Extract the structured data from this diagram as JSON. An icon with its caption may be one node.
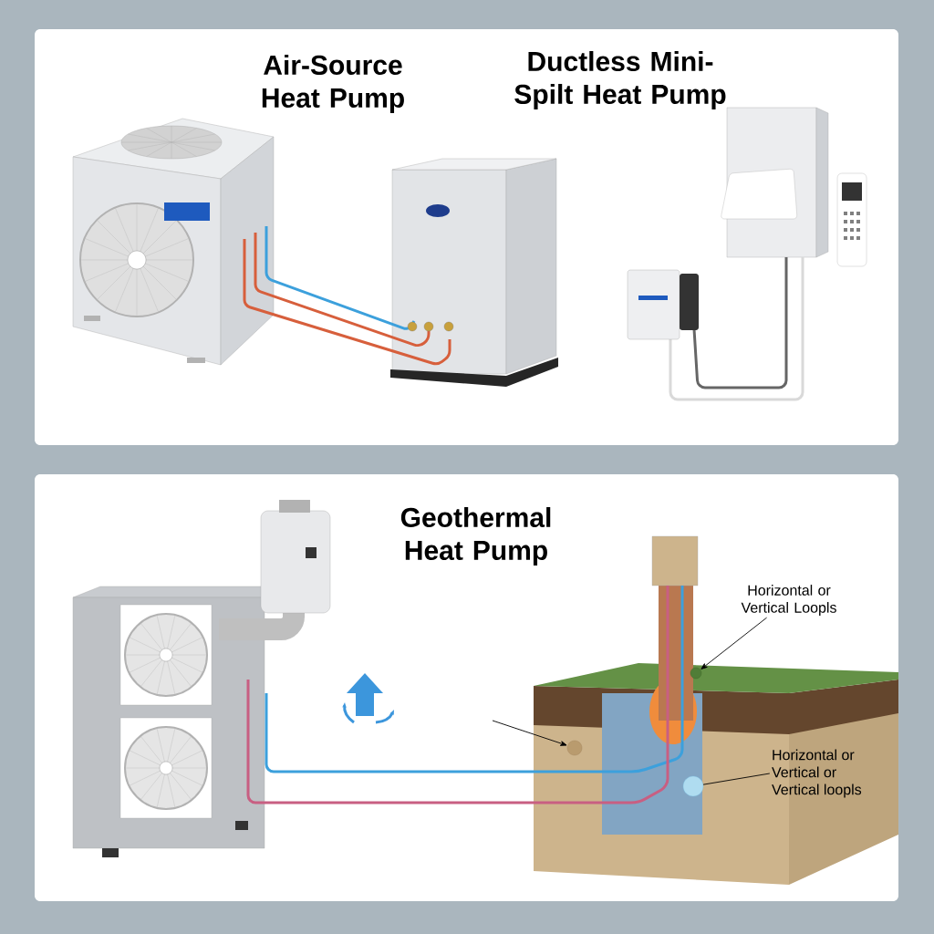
{
  "diagram": {
    "nodes": [
      {
        "text": [
          "Horizontal or Vertical Loopls"
        ]
      },
      {
        "text": [],
        "shape": "circle"
      },
      {
        "text": [
          "Horizontal or Vertical or Vertical loopls"
        ]
      },
      {
        "text": [],
        "shape": "circle"
      },
      {
        "text": [],
        "shape": "circle"
      }
    ],
    "edges": [
      {
        "from": 0,
        "to": 1,
        "arrow": "to"
      },
      {
        "from": 2,
        "to": 3,
        "arrow": "none"
      },
      {
        "from": null,
        "to": 4,
        "arrow": "to"
      }
    ],
    "labels": [
      "Air-Source Heat Pump",
      "Ductless Mini-Spilt Heat Pump",
      "Geothermal Heat Pump"
    ]
  }
}
